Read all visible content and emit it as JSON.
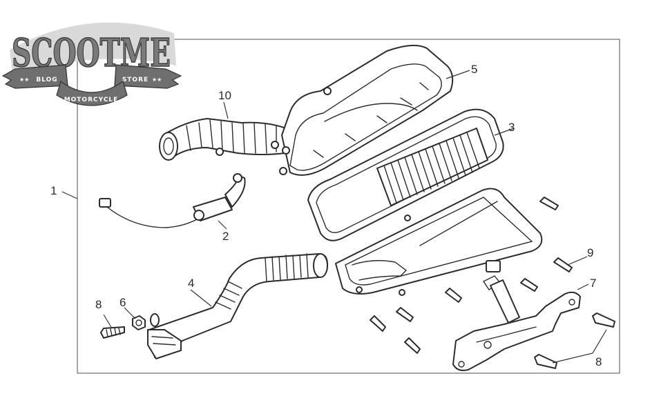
{
  "logo": {
    "title": "SCOOTME",
    "left_ribbon": "BLOG",
    "right_ribbon": "STORE",
    "bottom_ribbon": "MOTORCYCLE"
  },
  "callouts": {
    "c1": "1",
    "c2": "2",
    "c3": "3",
    "c4": "4",
    "c5": "5",
    "c6": "6",
    "c7": "7",
    "c8a": "8",
    "c8b": "8",
    "c9": "9",
    "c10": "10"
  },
  "colors": {
    "line": "#2b2b2b",
    "logo_fill": "#7a7a7a",
    "logo_dark": "#3c3c3c",
    "frame": "#777777"
  }
}
